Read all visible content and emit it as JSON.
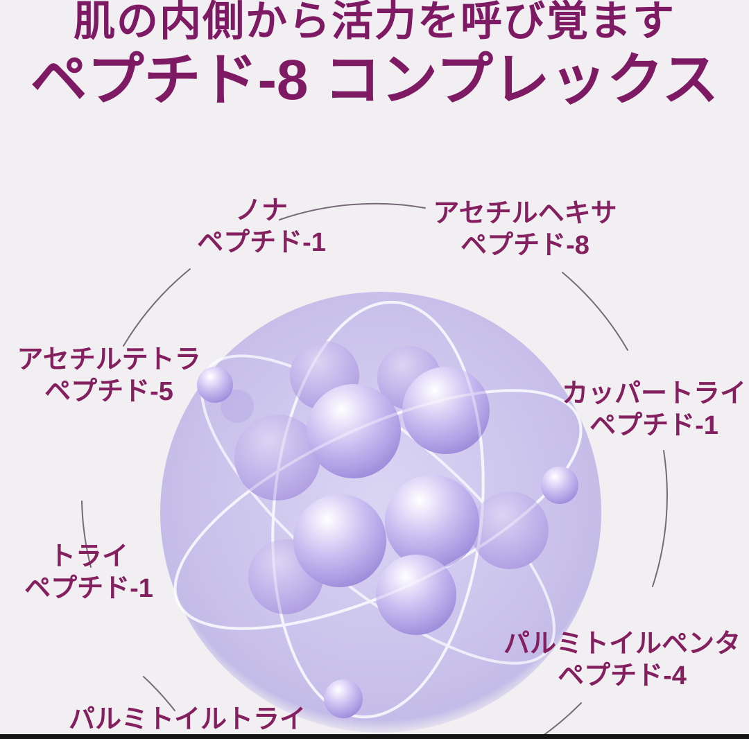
{
  "header": {
    "tagline": "肌の内側から活力を呼び覚ます",
    "title": "ペプチド-8 コンプレックス"
  },
  "diagram": {
    "illustration": "atom-with-peptide-spheres",
    "peptides": [
      {
        "id": "nona",
        "line1": "ノナ",
        "line2": "ペプチド-1"
      },
      {
        "id": "acetyl-hexa",
        "line1": "アセチルヘキサ",
        "line2": "ペプチド-8"
      },
      {
        "id": "acetyl-tetra",
        "line1": "アセチルテトラ",
        "line2": "ペプチド-5"
      },
      {
        "id": "copper-tri",
        "line1": "カッパートライ",
        "line2": "ペプチド-1"
      },
      {
        "id": "tri",
        "line1": "トライ",
        "line2": "ペプチド-1"
      },
      {
        "id": "palmitoyl-penta",
        "line1": "パルミトイルペンタ",
        "line2": "ペプチド-4"
      },
      {
        "id": "palmitoyl-tri",
        "line1": "パルミトイルトライ",
        "line2": ""
      }
    ]
  },
  "colors": {
    "background": "#f1eff1",
    "heading_text": "#7e1a63",
    "label_text": "#84205f",
    "halo": "#cdc6ec",
    "sphere": "#c3b8ee",
    "orbit_ring": "#ffffff",
    "connector_arc": "#4d3c4d",
    "bottom_bar": "#151515"
  }
}
